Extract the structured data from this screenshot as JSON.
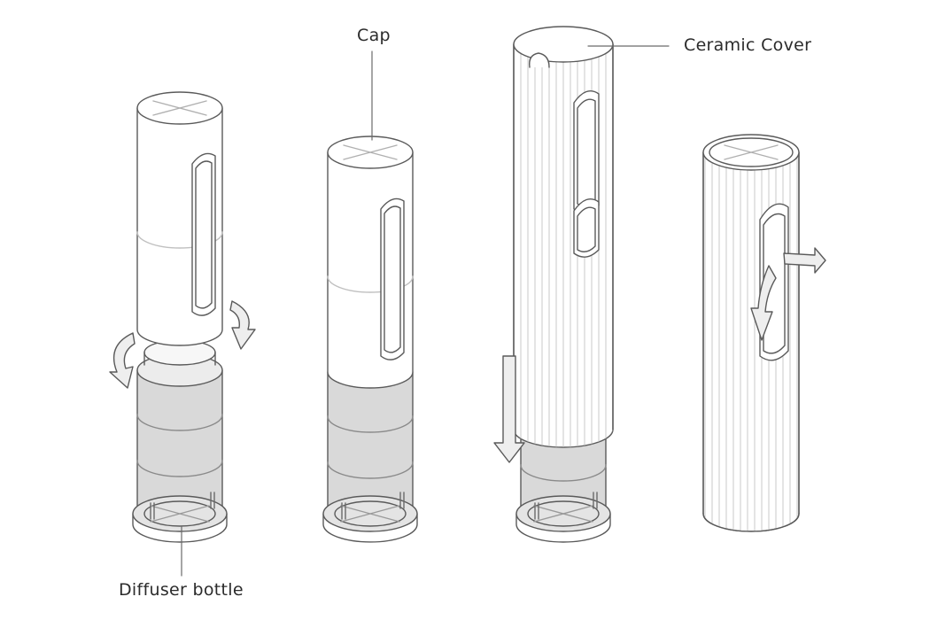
{
  "labels": {
    "cap": "Cap",
    "ceramic_cover": "Ceramic Cover",
    "diffuser_bottle": "Diffuser bottle"
  },
  "colors": {
    "background": "#ffffff",
    "line": "#5a5a5a",
    "bottle_fill": "#d9d9d9",
    "cap_fill": "#ffffff",
    "arrow_fill": "#eeeeee"
  },
  "figures": [
    {
      "name": "cap-detached-from-bottle"
    },
    {
      "name": "cap-mounted-on-bottle"
    },
    {
      "name": "ceramic-cover-sliding-down"
    },
    {
      "name": "ceramic-cover-mounted"
    }
  ]
}
